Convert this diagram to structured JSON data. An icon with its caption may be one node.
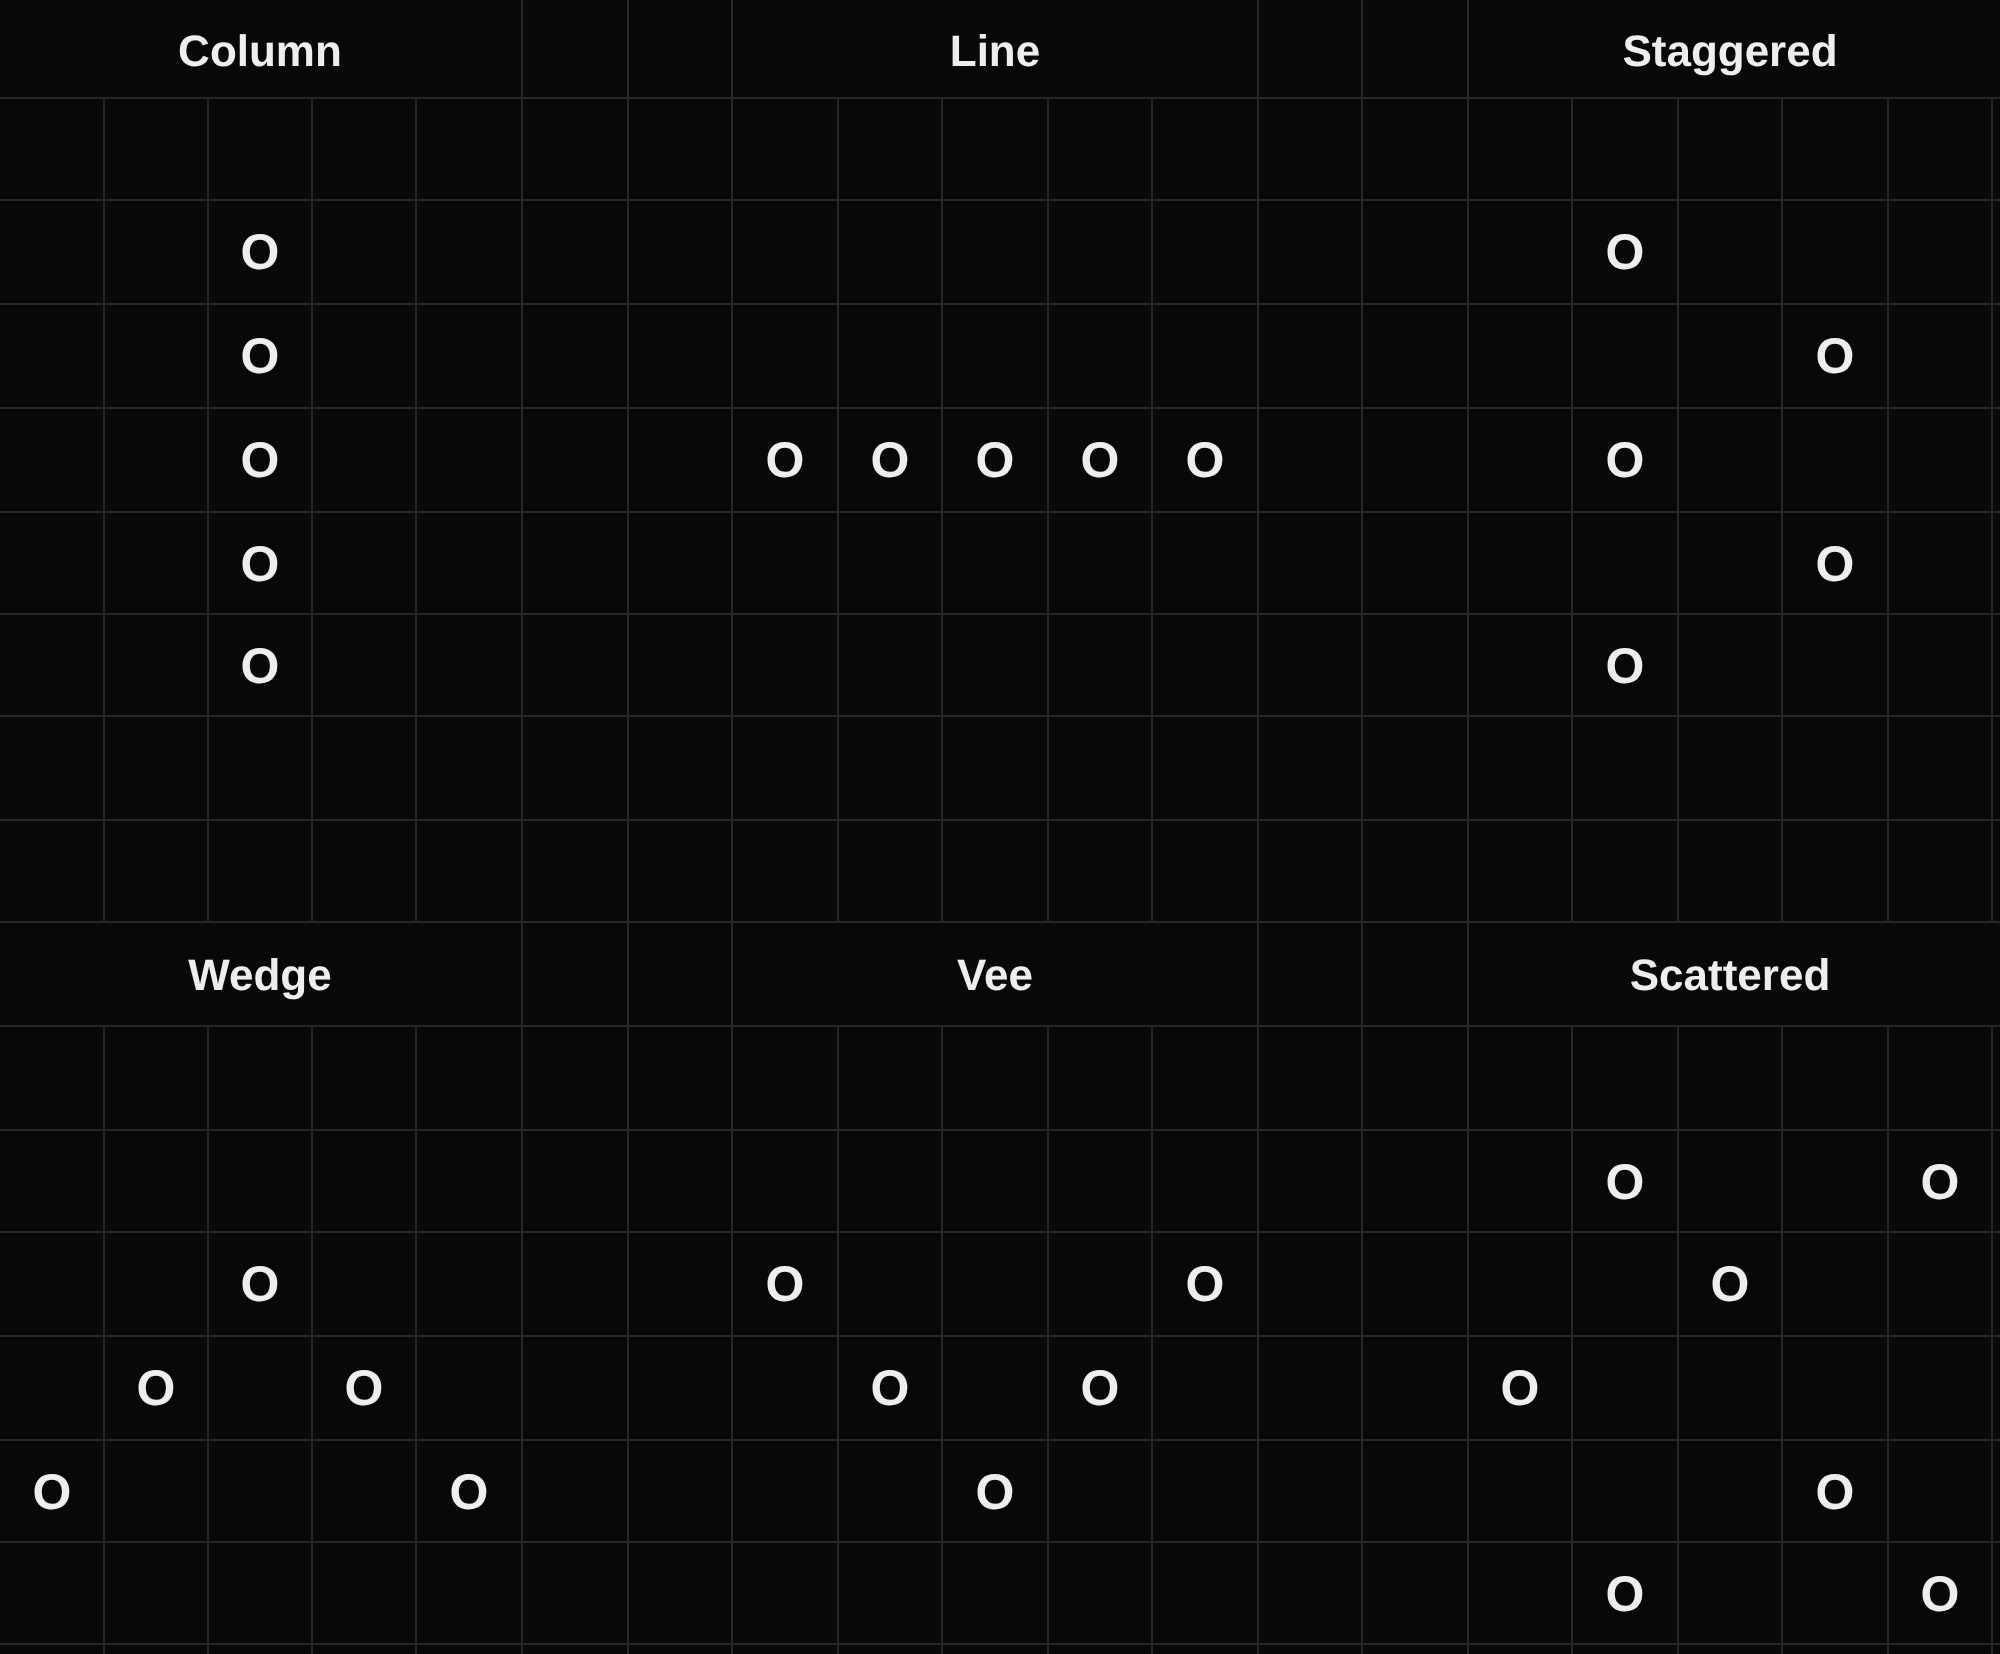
{
  "diagram": {
    "labels": [
      "Column",
      "Line",
      "Staggered",
      "O",
      "O",
      "O",
      "O",
      "O",
      "O",
      "O",
      "O",
      "O",
      "O",
      "O",
      "O",
      "O",
      "O",
      "O",
      "Wedge",
      "Vee",
      "Scattered",
      "O",
      "O",
      "O",
      "O",
      "O",
      "O",
      "O",
      "O",
      "O",
      "O",
      "O",
      "O",
      "O",
      "O",
      "O",
      "O",
      "O"
    ]
  }
}
